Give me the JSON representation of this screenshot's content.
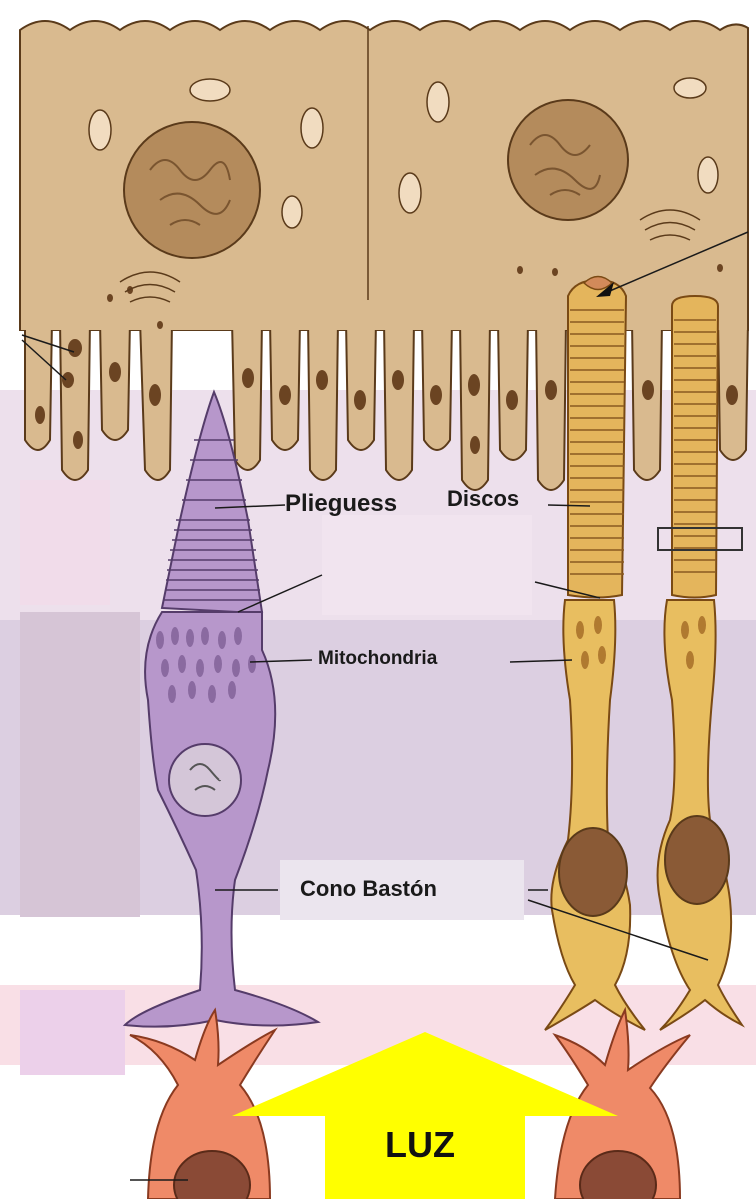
{
  "labels": {
    "pliegues": "Plieguess",
    "discos": "Discos",
    "mitochondria": "Mitochondria",
    "cono_baston": "Cono  Bastón",
    "luz": "LUZ"
  },
  "colors": {
    "epithelium": "#d8b98d",
    "cone": "#b592c8",
    "rod": "#e4b55c",
    "bipolar": "#ef8a68",
    "arrow": "#ffff00",
    "band_purple": "#e6dceb",
    "band_pink": "#f9e4ea"
  }
}
